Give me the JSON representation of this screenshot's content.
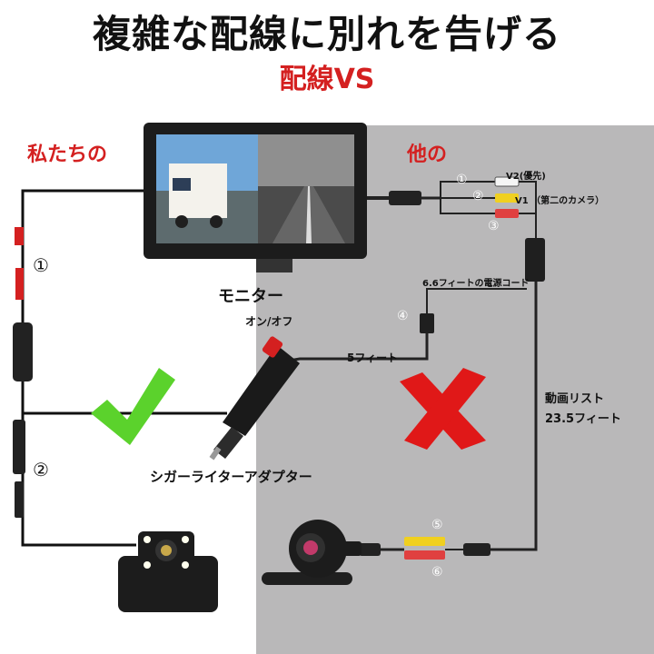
{
  "title": "複雑な配線に別れを告げる",
  "subtitle": "配線VS",
  "labels": {
    "ours": "私たちの",
    "others": "他の",
    "monitor": "モニター",
    "on_off": "オン/オフ",
    "cable_5ft": "5フィート",
    "power_cord": "6.6フィートの電源コード",
    "video_line_1": "動画リスト",
    "video_line_2": "23.5フィート",
    "adapter": "シガーライターアダプター",
    "v2": "V2(優先)",
    "v1": "V1 （第二のカメラ）"
  },
  "markers": {
    "m1_left": "①",
    "m2_left": "②",
    "m1": "①",
    "m2": "②",
    "m3": "③",
    "m4": "④",
    "m5": "⑤",
    "m6": "⑥"
  },
  "colors": {
    "accent_red": "#d42020",
    "check_green": "#5bd22c",
    "cross_red": "#e01818",
    "panel_gray": "#b9b8b9",
    "rca_yellow": "#f0d020",
    "rca_red": "#e04040"
  },
  "icons": {
    "check": "check-icon",
    "cross": "cross-icon"
  }
}
